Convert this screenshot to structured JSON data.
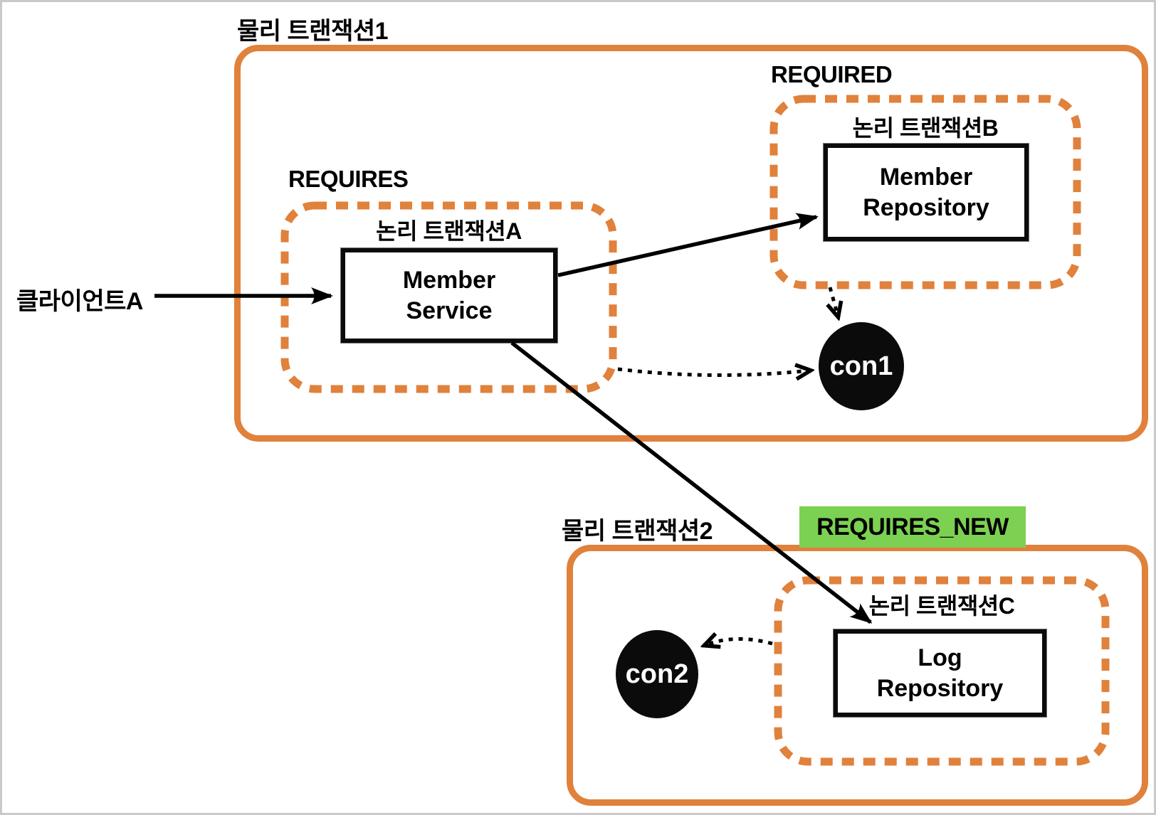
{
  "diagram": {
    "client_label": "클라이언트A",
    "colors": {
      "transaction_border_orange": "#E0813C",
      "highlight_green": "#7CD152",
      "connection_fill": "#0b0b0b",
      "arrow_black": "#000000",
      "page_border_gray": "#c9c9c9"
    },
    "physical_tx1": {
      "title": "물리 트랜잭션1",
      "requires": {
        "propagation": "REQUIRES",
        "logical_tx_title": "논리 트랜잭션A",
        "component_line1": "Member",
        "component_line2": "Service"
      },
      "required": {
        "propagation": "REQUIRED",
        "logical_tx_title": "논리 트랜잭션B",
        "component_line1": "Member",
        "component_line2": "Repository"
      },
      "connection_label": "con1"
    },
    "physical_tx2": {
      "title": "물리 트랜잭션2",
      "requires_new": {
        "propagation": "REQUIRES_NEW",
        "logical_tx_title": "논리 트랜잭션C",
        "component_line1": "Log",
        "component_line2": "Repository"
      },
      "connection_label": "con2"
    }
  }
}
